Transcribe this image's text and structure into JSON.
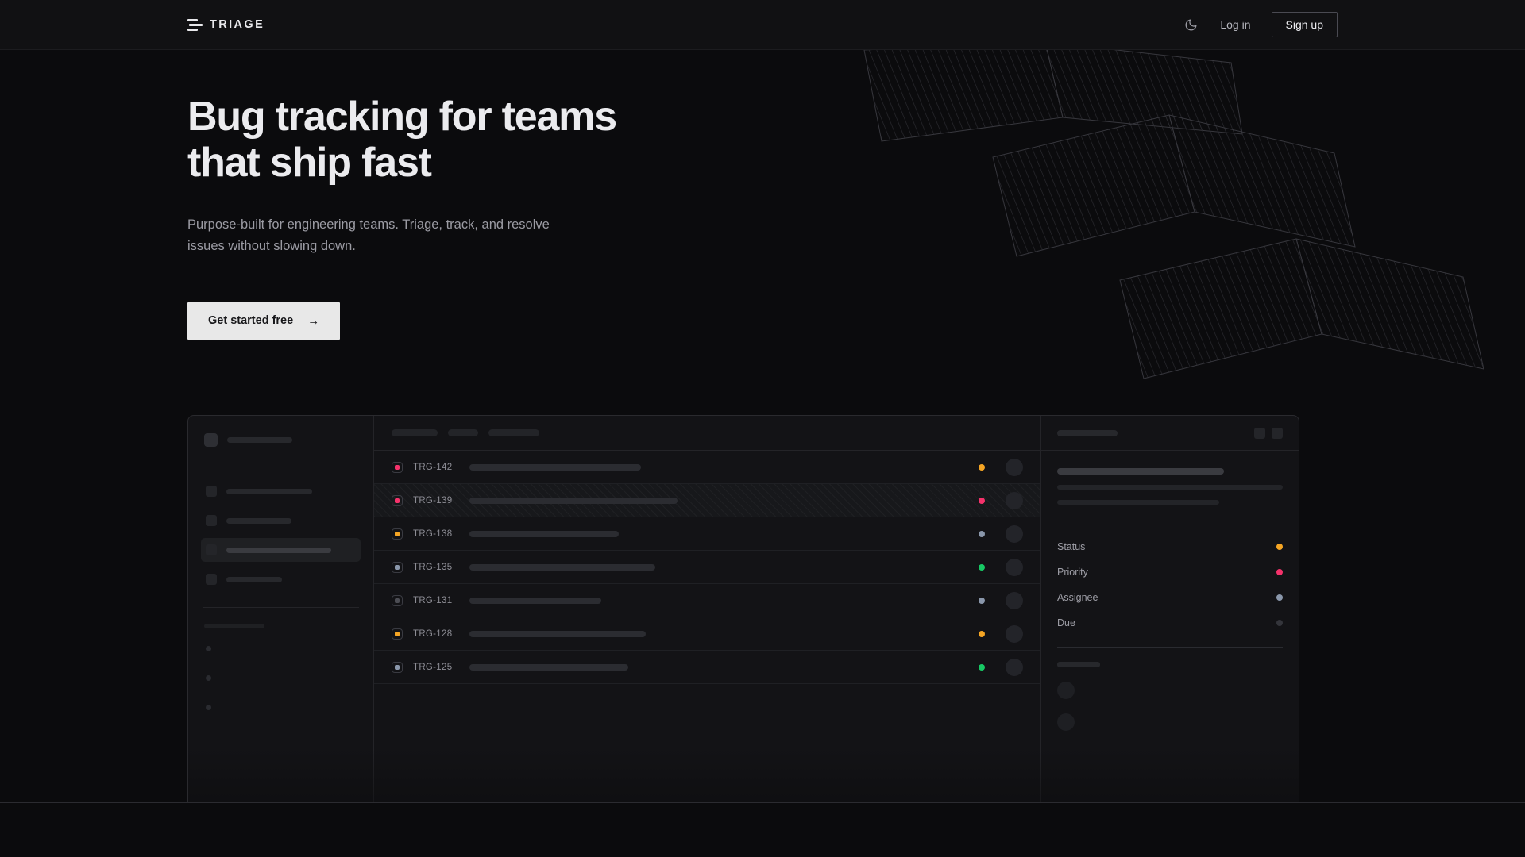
{
  "nav": {
    "brand": "TRIAGE",
    "brand_icon": "stacked-bars-logo-icon",
    "theme_toggle_icon": "moon-icon",
    "login_label": "Log in",
    "signup_label": "Sign up"
  },
  "hero": {
    "headline_line1": "Bug tracking for teams",
    "headline_line2": "that ship fast",
    "subhead": "Purpose-built for engineering teams. Triage, track, and resolve issues without slowing down.",
    "cta_label": "Get started free",
    "cta_arrow": "→"
  },
  "colors": {
    "page_bg": "#0b0b0d",
    "nav_bg": "#111113",
    "panel_bg": "#131316",
    "border": "#2a2a2e",
    "text_primary": "#ebebee",
    "text_muted": "#9b9ba3",
    "cta_bg": "#e8e8e8",
    "priority_urgent": "#f5326b",
    "priority_high": "#f5a524",
    "priority_medium": "#8a97ab",
    "priority_low": "#4c4d54",
    "status_progress": "#f5a524",
    "status_blocked": "#f5326b",
    "status_todo": "#8a97ab",
    "status_done": "#17c964"
  },
  "app": {
    "sidebar": {
      "workspace_icon": "workspace-avatar",
      "nav_items": [
        {
          "name": "sidebar-item-1",
          "active": false,
          "width": 108
        },
        {
          "name": "sidebar-item-2",
          "active": false,
          "width": 82
        },
        {
          "name": "sidebar-item-3",
          "active": true,
          "width": 132
        },
        {
          "name": "sidebar-item-4",
          "active": false,
          "width": 70
        }
      ],
      "section_label": "section-label-skeleton",
      "mini_items": [
        "mini-item-1",
        "mini-item-2",
        "mini-item-3"
      ]
    },
    "list": {
      "filter_pills": [
        58,
        38,
        64
      ],
      "columns": [
        "priority",
        "id",
        "title",
        "status",
        "assignee"
      ],
      "rows": [
        {
          "id": "TRG-142",
          "priority_color": "#f5326b",
          "status_color": "#f5a524",
          "title_width": 216,
          "selected": false
        },
        {
          "id": "TRG-139",
          "priority_color": "#f5326b",
          "status_color": "#f5326b",
          "title_width": 262,
          "selected": true
        },
        {
          "id": "TRG-138",
          "priority_color": "#f5a524",
          "status_color": "#8a97ab",
          "title_width": 188,
          "selected": false
        },
        {
          "id": "TRG-135",
          "priority_color": "#8a97ab",
          "status_color": "#17c964",
          "title_width": 234,
          "selected": false
        },
        {
          "id": "TRG-131",
          "priority_color": "#4c4d54",
          "status_color": "#8a97ab",
          "title_width": 166,
          "selected": false
        },
        {
          "id": "TRG-128",
          "priority_color": "#f5a524",
          "status_color": "#f5a524",
          "title_width": 222,
          "selected": false
        },
        {
          "id": "TRG-125",
          "priority_color": "#8a97ab",
          "status_color": "#17c964",
          "title_width": 200,
          "selected": false
        }
      ]
    },
    "detail": {
      "header_buttons": [
        "detail-action-1",
        "detail-action-2"
      ],
      "fields": [
        {
          "label": "Status",
          "dot": "#f5a524"
        },
        {
          "label": "Priority",
          "dot": "#f5326b"
        },
        {
          "label": "Assignee",
          "dot": "#8a97ab"
        },
        {
          "label": "Due",
          "dot": "#34353b"
        }
      ],
      "comments": [
        "comment-avatar-1",
        "comment-avatar-2"
      ]
    }
  }
}
